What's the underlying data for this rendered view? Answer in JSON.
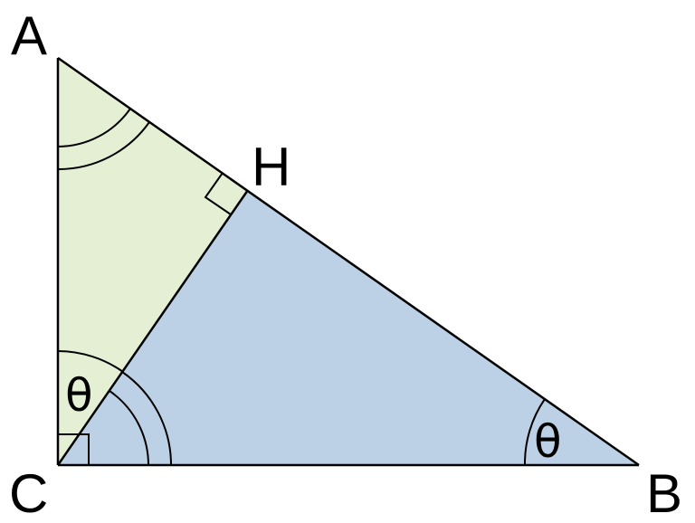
{
  "points": {
    "A": "A",
    "B": "B",
    "C": "C",
    "H": "H"
  },
  "angles": {
    "at_C_between_CA_CH": "θ",
    "at_B": "θ"
  },
  "colors": {
    "triangle_ACH_fill": "#e4efd4",
    "triangle_BCH_fill": "#bcd1e6",
    "stroke": "#000000",
    "background": "#ffffff"
  }
}
